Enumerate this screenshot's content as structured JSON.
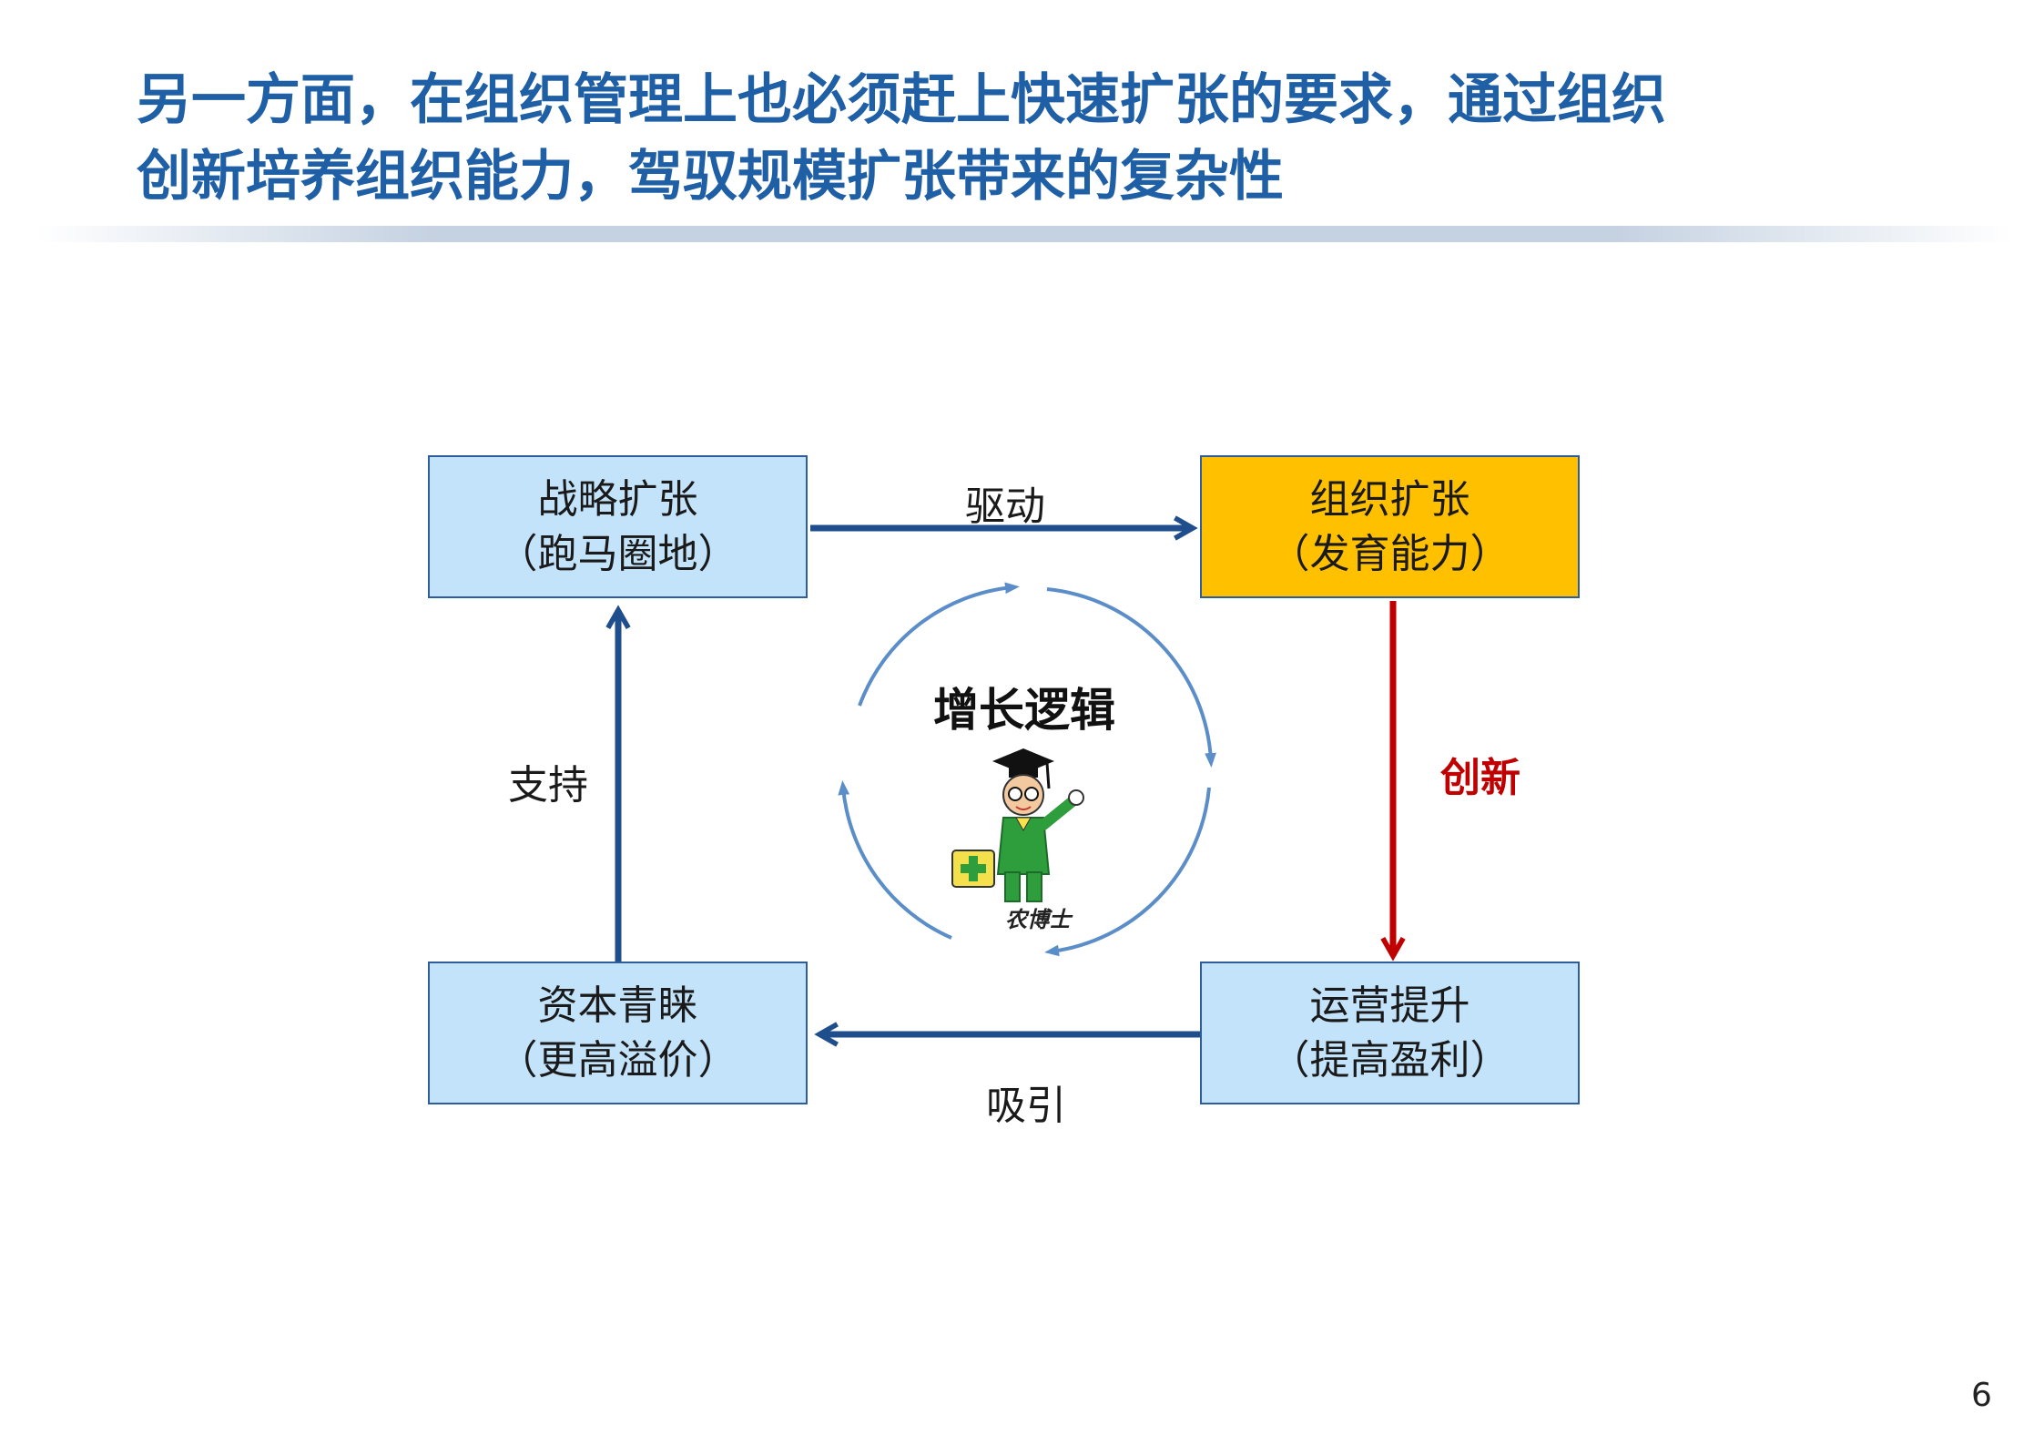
{
  "title": {
    "line1": "另一方面，在组织管理上也必须赶上快速扩张的要求，通过组织",
    "line2": "创新培养组织能力，驾驭规模扩张带来的复杂性"
  },
  "nodes": {
    "strategy": {
      "line1": "战略扩张",
      "line2": "（跑马圈地）"
    },
    "organization": {
      "line1": "组织扩张",
      "line2": "（发育能力）"
    },
    "capital": {
      "line1": "资本青睐",
      "line2": "（更高溢价）"
    },
    "operations": {
      "line1": "运营提升",
      "line2": "（提高盈利）"
    }
  },
  "edges": {
    "drive": "驱动",
    "innovation": "创新",
    "attract": "吸引",
    "support": "支持"
  },
  "center": {
    "title": "增长逻辑",
    "mascot_caption": "农博士"
  },
  "page_number": "6",
  "colors": {
    "title": "#1f5fa6",
    "box_fill": "#c3e3fb",
    "box_highlight": "#ffc000",
    "arrow_blue": "#1f4e8c",
    "arrow_red": "#c00000"
  }
}
